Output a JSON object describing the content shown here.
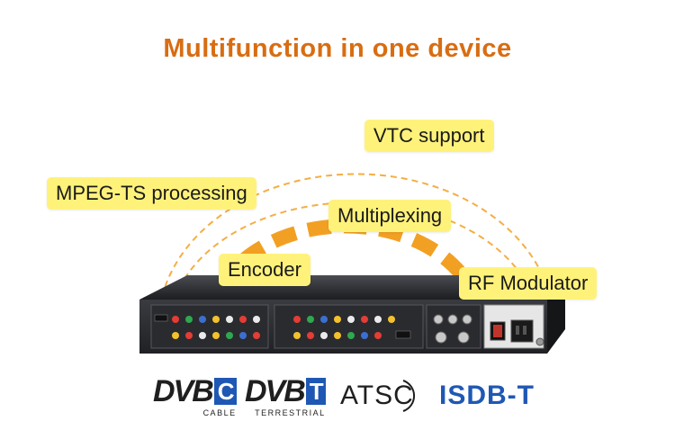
{
  "title": "Multifunction in one device",
  "callouts": {
    "vtc": "VTC support",
    "mpeg": "MPEG-TS processing",
    "multiplexing": "Multiplexing",
    "encoder": "Encoder",
    "rf": "RF Modulator"
  },
  "colors": {
    "title": "#d86d12",
    "arc_dashed": "#f2a023",
    "arc_solid": "#f2a023",
    "callout_bg": "#fff27a",
    "device_body": "#2c2d31",
    "dvb_c_box": "#1f58b4",
    "dvb_t_box": "#1f58b4",
    "isdb": "#1f58b4"
  },
  "logos": {
    "dvbc": {
      "word": "DVB",
      "box": "C",
      "sub": "CABLE"
    },
    "dvbt": {
      "word": "DVB",
      "box": "T",
      "sub": "TERRESTRIAL"
    },
    "atsc": "ATSC",
    "isdbt": "ISDB-T"
  }
}
